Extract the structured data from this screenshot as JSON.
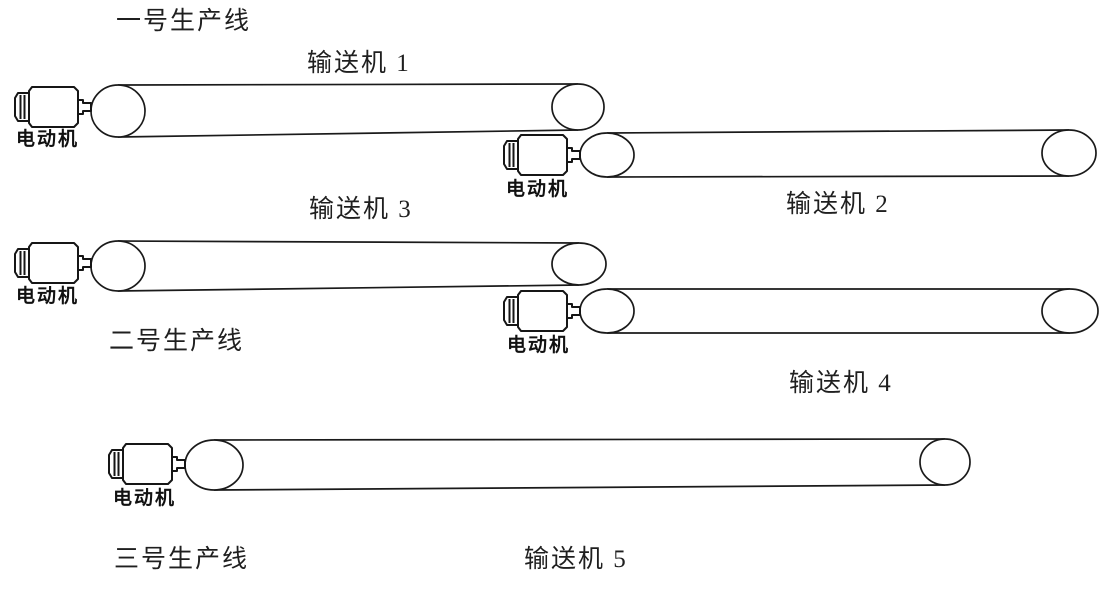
{
  "diagram": {
    "type": "conveyor-production-lines",
    "background": "#ffffff",
    "stroke_color": "#1a1a1a",
    "text_color": "#1f1f1f",
    "motor_label": "电动机",
    "lines": [
      {
        "label": "一号生产线",
        "conveyors": [
          {
            "label": "输送机 1"
          },
          {
            "label": "输送机 2"
          }
        ]
      },
      {
        "label": "二号生产线",
        "conveyors": [
          {
            "label": "输送机 3"
          },
          {
            "label": "输送机 4"
          }
        ]
      },
      {
        "label": "三号生产线",
        "conveyors": [
          {
            "label": "输送机 5"
          }
        ]
      }
    ]
  }
}
